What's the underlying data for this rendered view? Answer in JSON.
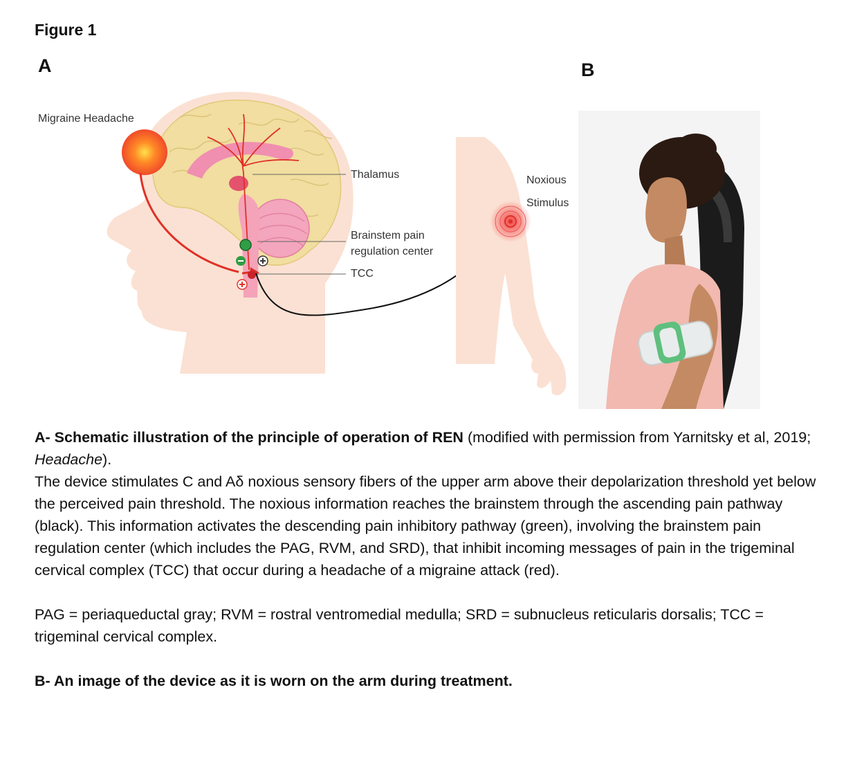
{
  "figure_title": "Figure 1",
  "panel_a_letter": "A",
  "panel_b_letter": "B",
  "diagram_labels": {
    "migraine": "Migraine Headache",
    "thalamus": "Thalamus",
    "brainstem_line1": "Brainstem pain",
    "brainstem_line2": "regulation center",
    "tcc": "TCC",
    "noxious_line1": "Noxious",
    "noxious_line2": "Stimulus"
  },
  "colors": {
    "ascending_pathway": "#111111",
    "descending_pathway": "#2f9e44",
    "migraine_pathway": "#e03026",
    "skin": "#fbe1d3",
    "brain": "#f1dea0"
  },
  "caption": {
    "a_heading": "A- Schematic illustration of the principle of operation of REN",
    "a_credit_pre": " (modified with permission from Yarnitsky et al, 2019; ",
    "a_credit_journal": "Headache",
    "a_credit_post": ").",
    "a_body": "The device stimulates C and Aδ noxious sensory fibers of the upper arm above their depolarization threshold yet below the perceived pain threshold. The noxious information reaches the brainstem through the ascending pain pathway (black). This information activates the descending pain inhibitory pathway (green), involving the brainstem pain regulation center (which includes the PAG, RVM, and SRD), that inhibit incoming messages of pain in the trigeminal cervical complex (TCC) that occur during a headache of a migraine attack (red).",
    "abbreviations": "PAG = periaqueductal gray; RVM = rostral ventromedial medulla; SRD = subnucleus reticularis dorsalis; TCC = trigeminal cervical complex.",
    "b_text": "B- An image of the device as it is worn on the arm during treatment."
  }
}
